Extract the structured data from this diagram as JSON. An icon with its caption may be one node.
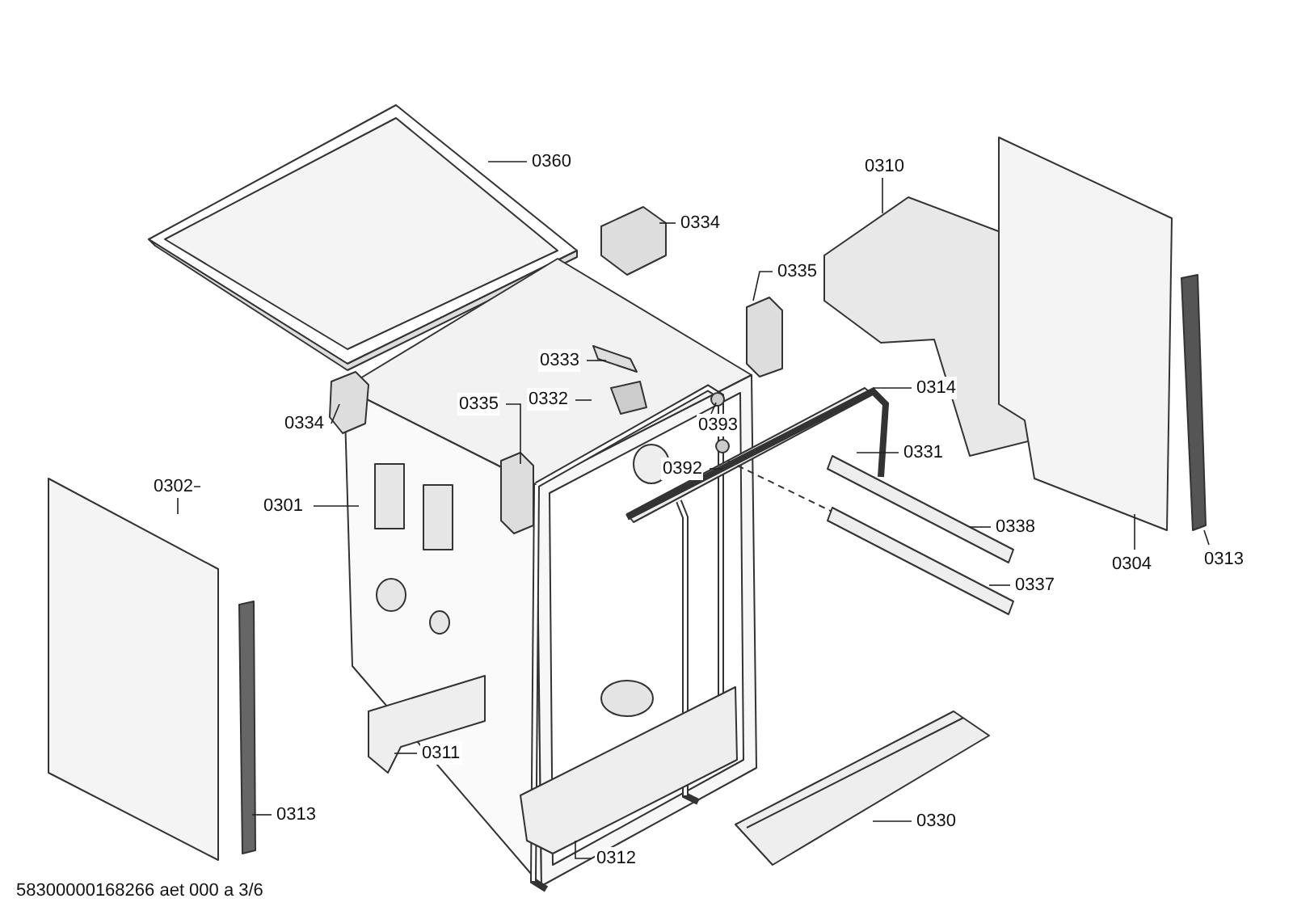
{
  "diagram": {
    "nodes": [
      {
        "text": [
          "0360"
        ]
      },
      {
        "text": [
          "0334"
        ]
      },
      {
        "text": [
          "0310"
        ]
      },
      {
        "text": [
          "0335"
        ]
      },
      {
        "text": [
          "0333"
        ]
      },
      {
        "text": [
          "0332"
        ]
      },
      {
        "text": [
          "0334"
        ]
      },
      {
        "text": [
          "0335"
        ]
      },
      {
        "text": [
          "0314"
        ]
      },
      {
        "text": [
          "0393"
        ]
      },
      {
        "text": [
          "0392"
        ]
      },
      {
        "text": [
          "0331"
        ]
      },
      {
        "text": [
          "0301"
        ]
      },
      {
        "text": [
          "0302"
        ]
      },
      {
        "text": [
          "0338"
        ]
      },
      {
        "text": [
          "0304"
        ]
      },
      {
        "text": [
          "0313"
        ]
      },
      {
        "text": [
          "0337"
        ]
      },
      {
        "text": [
          "0311"
        ]
      },
      {
        "text": [
          "0313"
        ]
      },
      {
        "text": [
          "0330"
        ]
      },
      {
        "text": [
          "0312"
        ]
      }
    ],
    "edges": [
      {
        "from": 0,
        "to": null,
        "arrow": "none"
      },
      {
        "from": 1,
        "to": null,
        "arrow": "none"
      },
      {
        "from": 2,
        "to": null,
        "arrow": "none"
      },
      {
        "from": 3,
        "to": null,
        "arrow": "none"
      },
      {
        "from": 4,
        "to": null,
        "arrow": "none"
      },
      {
        "from": 5,
        "to": null,
        "arrow": "none"
      },
      {
        "from": 6,
        "to": null,
        "arrow": "none"
      },
      {
        "from": 7,
        "to": null,
        "arrow": "none"
      },
      {
        "from": 8,
        "to": null,
        "arrow": "none"
      },
      {
        "from": 9,
        "to": null,
        "arrow": "none"
      },
      {
        "from": 10,
        "to": null,
        "arrow": "none"
      },
      {
        "from": 11,
        "to": null,
        "arrow": "none"
      },
      {
        "from": 12,
        "to": null,
        "arrow": "none"
      },
      {
        "from": 13,
        "to": null,
        "arrow": "none"
      },
      {
        "from": 14,
        "to": null,
        "arrow": "none"
      },
      {
        "from": 15,
        "to": null,
        "arrow": "none"
      },
      {
        "from": 16,
        "to": null,
        "arrow": "none"
      },
      {
        "from": 17,
        "to": null,
        "arrow": "none"
      },
      {
        "from": 18,
        "to": null,
        "arrow": "none"
      },
      {
        "from": 19,
        "to": null,
        "arrow": "none"
      },
      {
        "from": 20,
        "to": null,
        "arrow": "none"
      },
      {
        "from": 21,
        "to": null,
        "arrow": "none"
      }
    ],
    "labels": [
      "58300000168266 aet 000 a 3/6"
    ]
  }
}
